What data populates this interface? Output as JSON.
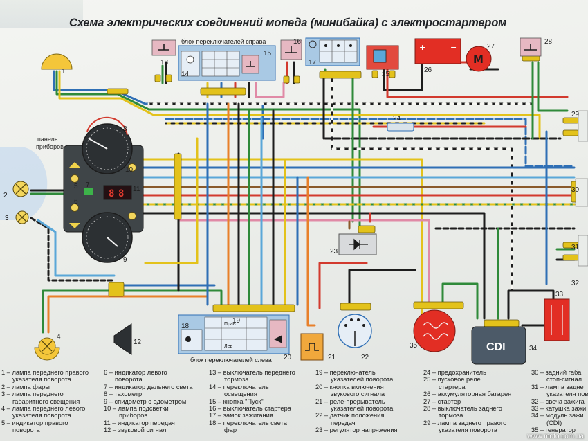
{
  "title": "Схема электрических соединений мопеда (минибайка) с электростартером",
  "blocks": {
    "right_switch": "блок переключателей справа",
    "left_switch": "блок переключателей слева",
    "panel_line1": "панель",
    "panel_line2": "приборов",
    "cdi": "CDI"
  },
  "switch_cells": {
    "pull": "Прав",
    "push": "Лев"
  },
  "component_numbers": [
    "1",
    "2",
    "3",
    "4",
    "5",
    "6",
    "7",
    "8",
    "9",
    "10",
    "11",
    "12",
    "13",
    "14",
    "15",
    "16",
    "17",
    "18",
    "19",
    "20",
    "21",
    "22",
    "23",
    "24",
    "25",
    "26",
    "27",
    "28",
    "29",
    "30",
    "31",
    "32",
    "33",
    "34",
    "35"
  ],
  "legend": [
    [
      "1 – лампа переднего правого",
      "указателя поворота",
      "2 – лампа фары",
      "3 – лампа переднего",
      "габаритного свещения",
      "4 – лампа переднего левого",
      "указателя поворота",
      "5 – индикатор правого",
      "поворота"
    ],
    [
      "6 – индикатор левого",
      "поворота",
      "7 – индикатор дальнего света",
      "8 – тахометр",
      "9 – спидометр с одометром",
      "10 – лампа подсветки",
      "приборов",
      "11 – индикатор передач",
      "12 – звуковой сигнал"
    ],
    [
      "13 – выключатель переднего",
      "тормоза",
      "14 – переключатель",
      "освещения",
      "15 – кнопка \"Пуск\"",
      "16 – выключатель стартера",
      "17 – замок зажигания",
      "18 – переключатель света",
      "фар"
    ],
    [
      "19 – переключатель",
      "указателей поворота",
      "20 – кнопка включения",
      "звукового сигнала",
      "21 – реле-прерыватель",
      "указателей поворота",
      "22 – датчик положения",
      "передач",
      "23 – регулятор напряжения"
    ],
    [
      "24 – предохранитель",
      "25 – пусковое реле",
      "стартера",
      "26 – аккумуляторная батарея",
      "27 – стартер",
      "28 – выключатель заднего",
      "тормоза",
      "29 – лампа заднего правого",
      "указателя поворота"
    ],
    [
      "30 – задний габа",
      "стоп-сигнал",
      "31 – лампа задне",
      "указателя пово",
      "32 – свеча зажига",
      "33 – катушка зажи",
      "34 – модуль зажи",
      "(CDI)",
      "35 – генератор"
    ]
  ],
  "watermark": "www.moto.com.ua",
  "colors": {
    "red": "#d23a2e",
    "yellow": "#e3c21b",
    "green": "#2f8a3a",
    "blue": "#2f6fb5",
    "lightblue": "#5aa7d8",
    "black": "#1d1d1d",
    "brown": "#8a5a2b",
    "orange": "#e8802a",
    "pink": "#e08aa6",
    "white": "#f7f7f2",
    "gray": "#8a8f96"
  }
}
